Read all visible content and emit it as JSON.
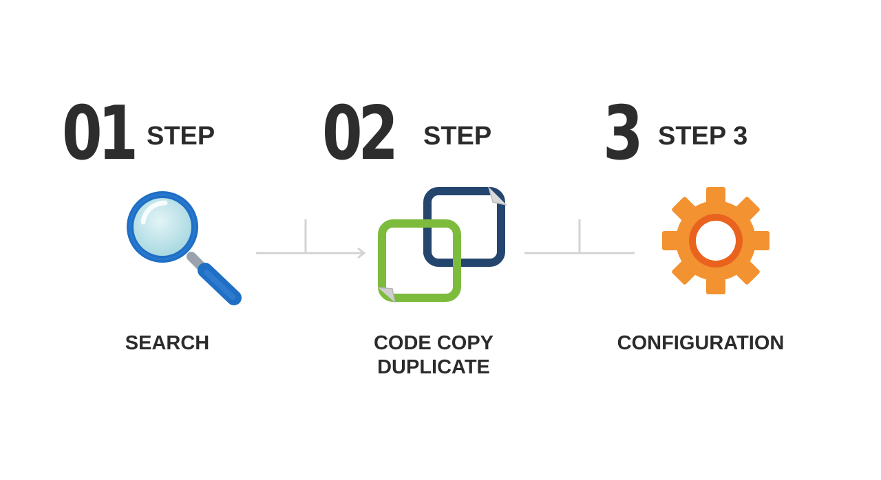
{
  "steps": [
    {
      "number": "01",
      "label": "STEP",
      "caption_lines": [
        "SEARCH"
      ],
      "icon": "magnifier-icon"
    },
    {
      "number": "02",
      "label": "STEP",
      "caption_lines": [
        "CODE COPY",
        "DUPLICATE"
      ],
      "icon": "copy-icon"
    },
    {
      "number": "3",
      "label": "STEP 3",
      "caption_lines": [
        "CONFIGURATION"
      ],
      "icon": "gear-icon"
    }
  ],
  "colors": {
    "text": "#2b2b2b",
    "connector": "#d3d3d3",
    "search_blue": "#1f6fc5",
    "search_lens": "#c8e8ee",
    "copy_green": "#7dbb3c",
    "copy_navy": "#24456e",
    "gear_orange": "#f39230",
    "gear_inner": "#e9631f"
  }
}
